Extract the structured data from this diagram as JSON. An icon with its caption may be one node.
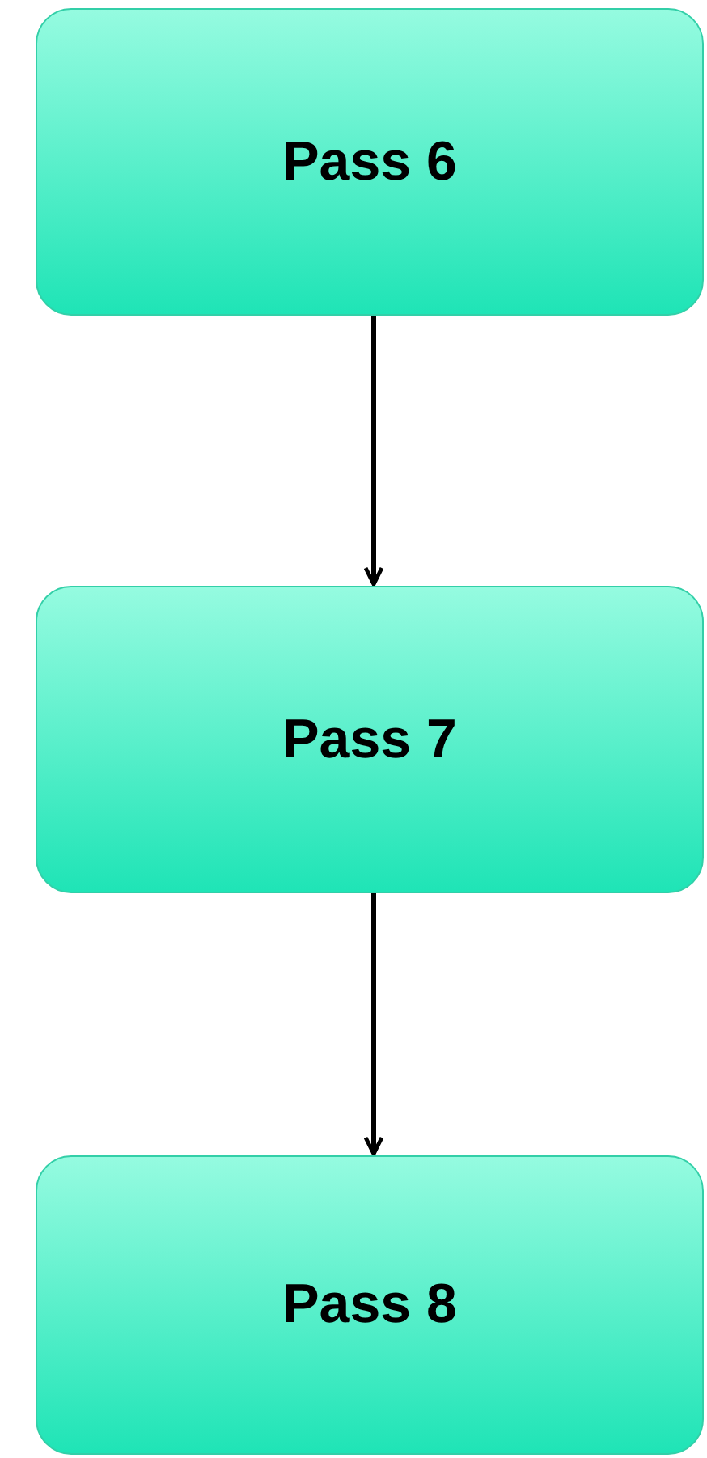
{
  "diagram": {
    "nodes": [
      {
        "text": [
          "Pass 6"
        ]
      },
      {
        "text": [
          "Pass 7"
        ]
      },
      {
        "text": [
          "Pass 8"
        ]
      }
    ],
    "edges": [
      {
        "from": 0,
        "to": 1,
        "arrow": "to"
      },
      {
        "from": 1,
        "to": 2,
        "arrow": "to"
      }
    ]
  }
}
